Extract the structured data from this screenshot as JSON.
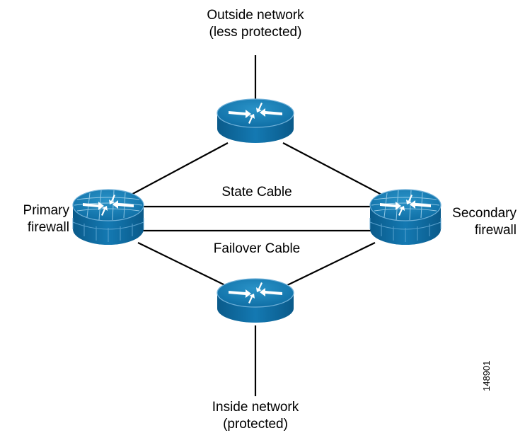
{
  "labels": {
    "outside_line1": "Outside network",
    "outside_line2": "(less protected)",
    "inside_line1": "Inside network",
    "inside_line2": "(protected)",
    "primary_line1": "Primary",
    "primary_line2": "firewall",
    "secondary_line1": "Secondary",
    "secondary_line2": "firewall",
    "state_cable": "State Cable",
    "failover_cable": "Failover Cable",
    "figure_id": "148901"
  },
  "colors": {
    "device_top": "#0f6fa5",
    "device_body": "#0f6fa5",
    "device_edge": "#7cb4d6",
    "link": "#000000",
    "text": "#000000"
  },
  "icons": {
    "outside_router": "router-icon",
    "inside_router": "router-icon",
    "primary": "firewall-icon",
    "secondary": "firewall-icon"
  }
}
